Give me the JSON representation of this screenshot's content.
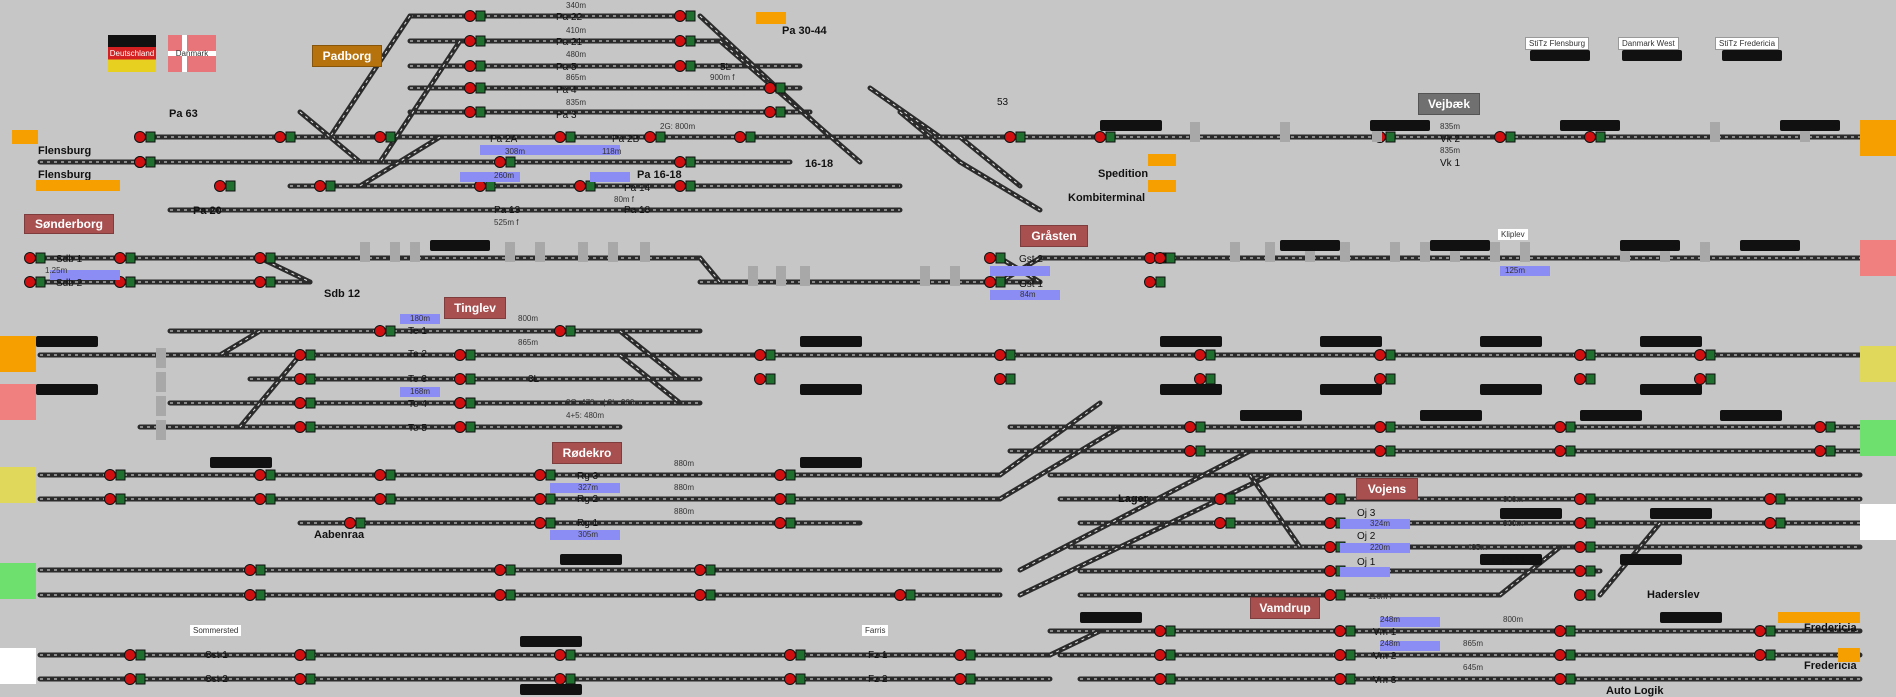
{
  "colors": {
    "background": "#c6c6c6",
    "track": "#2b2b2b",
    "signal_red": "#d01010",
    "signal_green": "#1f6f2f",
    "occupied_blue": "#8c8cf5",
    "station_red": "#a85050",
    "station_brown": "#b5720d",
    "station_grey": "#707070",
    "edge_orange": "#f5a000",
    "edge_red": "#f08080",
    "edge_yellow": "#e0d85a",
    "edge_green": "#6ee06e",
    "edge_white": "#ffffff"
  },
  "flags": {
    "de": "Deutschland",
    "dk": "Danmark"
  },
  "panel_tags": [
    {
      "text": "StiTz Flensburg"
    },
    {
      "text": "Danmark West"
    },
    {
      "text": "StiTz Fredericia"
    }
  ],
  "stations": [
    {
      "name": "Padborg",
      "variant": "brown"
    },
    {
      "name": "Sønderborg",
      "variant": "red"
    },
    {
      "name": "Tinglev",
      "variant": "red"
    },
    {
      "name": "Rødekro",
      "variant": "red"
    },
    {
      "name": "Gråsten",
      "variant": "red"
    },
    {
      "name": "Vejbæk",
      "variant": "grey"
    },
    {
      "name": "Vojens",
      "variant": "red"
    },
    {
      "name": "Vamdrup",
      "variant": "red"
    }
  ],
  "area_labels": [
    "Flensburg",
    "Flensburg",
    "Pa 63",
    "Pa 20",
    "Pa 30-44",
    "Pa 16-18",
    "16-18",
    "Spedition",
    "Kombiterminal",
    "Sdb 12",
    "Lager",
    "Aabenraa",
    "Haderslev",
    "Fredericia",
    "Fredericia",
    "Auto Logik"
  ],
  "plain_labels": [
    "Kliplev",
    "Sommersted",
    "Farris"
  ],
  "track_labels": [
    "Pa 22",
    "Pa 21",
    "Pa 5",
    "Pa 4",
    "Pa 3",
    "Pa 2A",
    "Pa 2B",
    "Pa 13",
    "Pa 14",
    "Pa 18",
    "Sdb 1",
    "Sdb 2",
    "Gst 2",
    "Gst 1",
    "Te 1",
    "Te 2",
    "Te 3",
    "Te 4",
    "Te 5",
    "3L",
    "Rg 3",
    "Rg 2",
    "Rg 1",
    "Vk 2",
    "Vk 1",
    "Oj 3",
    "Oj 2",
    "Oj 1",
    "Oj 11",
    "Sst 1",
    "Sst 2",
    "Fz 1",
    "Fz 2",
    "Vm 1",
    "Vm 2",
    "Vm 3",
    "5L",
    "53"
  ],
  "lengths": [
    "340m",
    "410m",
    "480m",
    "865m",
    "835m",
    "900m f",
    "2G: 800m",
    "308m",
    "118m",
    "260m",
    "80m f",
    "525m f",
    "1.25m",
    "835m",
    "835m",
    "125m",
    "84m",
    "180m",
    "800m",
    "865m",
    "168m",
    "3G: 470m | 3L: 900m →",
    "4+5: 480m",
    "880m",
    "880m",
    "880m",
    "327m",
    "305m",
    "900m",
    "900m",
    "324m",
    "485m",
    "220m",
    "116m f",
    "248m",
    "248m",
    "865m",
    "645m",
    "800m"
  ]
}
